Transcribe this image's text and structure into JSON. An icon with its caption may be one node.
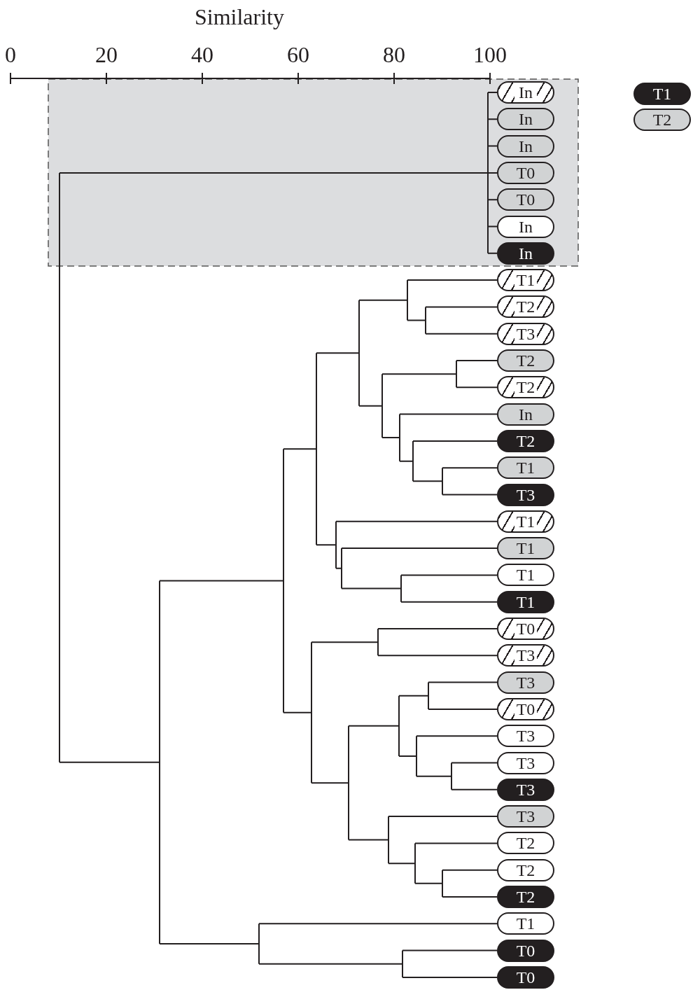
{
  "diagram": {
    "nodes": [
      {
        "text": [
          "In"
        ]
      },
      {
        "text": [
          "In"
        ]
      },
      {
        "text": [
          "In"
        ]
      },
      {
        "text": [
          "T0"
        ]
      },
      {
        "text": [
          "T0"
        ]
      },
      {
        "text": [
          "In"
        ]
      },
      {
        "text": [
          "In"
        ]
      },
      {
        "text": [
          "T1"
        ]
      },
      {
        "text": [
          "T2"
        ]
      },
      {
        "text": [
          "T3"
        ]
      },
      {
        "text": [
          "T2"
        ]
      },
      {
        "text": [
          "T2"
        ]
      },
      {
        "text": [
          "In"
        ]
      },
      {
        "text": [
          "T2"
        ]
      },
      {
        "text": [
          "T1"
        ]
      },
      {
        "text": [
          "T3"
        ]
      },
      {
        "text": [
          "T1"
        ]
      },
      {
        "text": [
          "T1"
        ]
      },
      {
        "text": [
          "T1"
        ]
      },
      {
        "text": [
          "T1"
        ]
      },
      {
        "text": [
          "T0"
        ]
      },
      {
        "text": [
          "T3"
        ]
      },
      {
        "text": [
          "T3"
        ]
      },
      {
        "text": [
          "T0"
        ]
      },
      {
        "text": [
          "T3"
        ]
      },
      {
        "text": [
          "T3"
        ]
      },
      {
        "text": [
          "T3"
        ]
      },
      {
        "text": [
          "T3"
        ]
      },
      {
        "text": [
          "T2"
        ]
      },
      {
        "text": [
          "T2"
        ]
      },
      {
        "text": [
          "T2"
        ]
      },
      {
        "text": [
          "T1"
        ]
      },
      {
        "text": [
          "T0"
        ]
      },
      {
        "text": [
          "T0"
        ]
      }
    ],
    "labels": [
      "Similarity",
      "0",
      "20",
      "40",
      "60",
      "80",
      "100"
    ],
    "legend": [
      {
        "text": "T1",
        "color": "#231f20"
      },
      {
        "text": "T2",
        "color": "#d1d3d4"
      }
    ]
  }
}
